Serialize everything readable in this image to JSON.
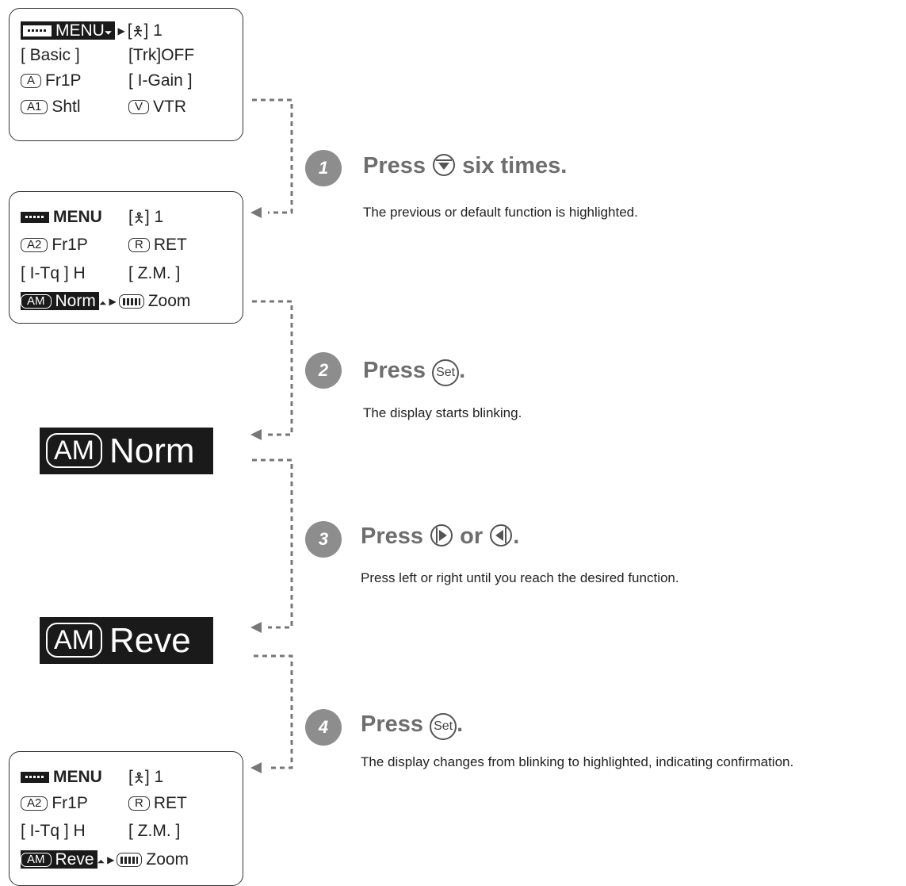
{
  "screens": {
    "top": {
      "rows": [
        {
          "a": "MENU",
          "b": "[",
          "c": "]  1"
        },
        {
          "a": "[ Basic ]",
          "b": "[Trk]OFF"
        },
        {
          "key": "A",
          "a": "Fr1P",
          "b": "[ I-Gain ]"
        },
        {
          "key": "A1",
          "a": "Shtl",
          "key2": "V",
          "b": "VTR"
        }
      ]
    },
    "mid": {
      "rows": [
        {
          "a": "MENU",
          "b": "[",
          "c": "]  1"
        },
        {
          "key": "A2",
          "a": "Fr1P",
          "key2": "R",
          "b": "RET"
        },
        {
          "a": "[ I-Tq ] H",
          "b": "[  Z.M. ]"
        },
        {
          "key": "AM",
          "a": "Norm",
          "b": "Zoom"
        }
      ]
    },
    "bot": {
      "rows": [
        {
          "a": "MENU",
          "b": "[",
          "c": "]  1"
        },
        {
          "key": "A2",
          "a": "Fr1P",
          "key2": "R",
          "b": "RET"
        },
        {
          "a": "[ I-Tq ] H",
          "b": "[  Z.M. ]"
        },
        {
          "key": "AM",
          "a": "Reve",
          "b": "Zoom"
        }
      ]
    }
  },
  "big_displays": [
    {
      "key": "AM",
      "value": "Norm"
    },
    {
      "key": "AM",
      "value": "Reve"
    }
  ],
  "steps": [
    {
      "number": "1",
      "press": "Press",
      "after": "six times.",
      "button": "down",
      "desc": "The previous or default function is highlighted."
    },
    {
      "number": "2",
      "press": "Press",
      "button_label": "Set",
      "after": ".",
      "desc": "The display starts blinking."
    },
    {
      "number": "3",
      "press": "Press",
      "or": "or",
      "after": ".",
      "desc": "Press left or right until you reach the desired function."
    },
    {
      "number": "4",
      "press": "Press",
      "button_label": "Set",
      "after": ".",
      "desc": "The display changes from blinking to highlighted, indicating confirmation."
    }
  ]
}
